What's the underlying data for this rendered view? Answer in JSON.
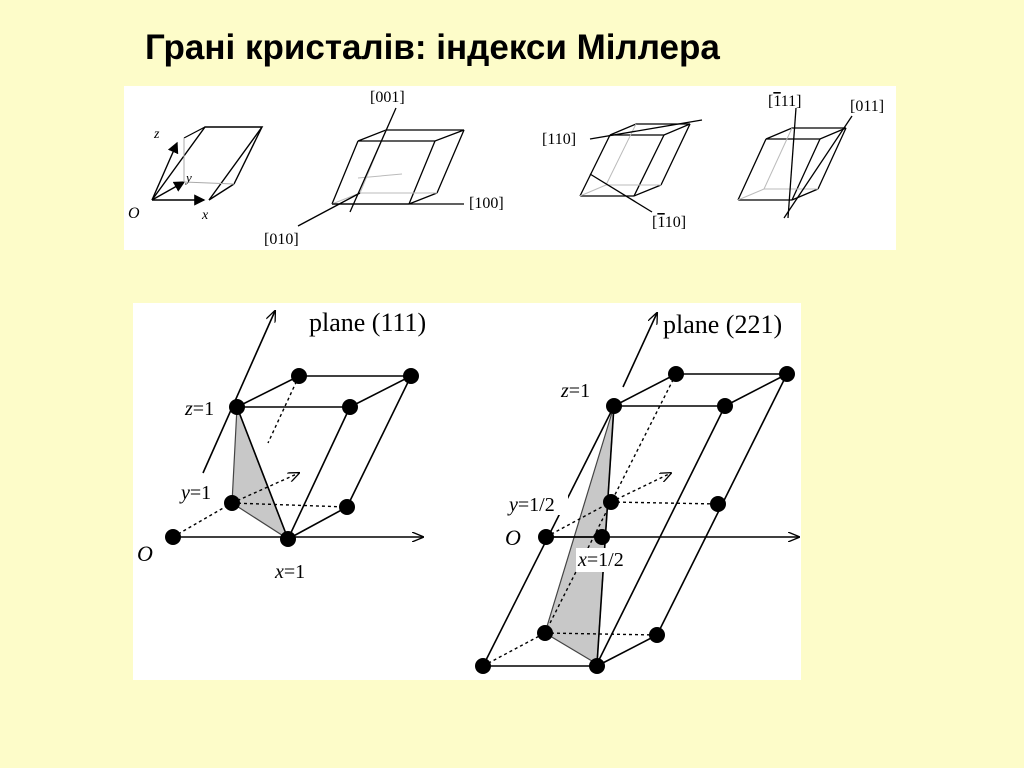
{
  "slide": {
    "title": "Грані кристалів: індекси Міллера"
  },
  "top_figure": {
    "axes_labels": {
      "origin": "O",
      "x": "x",
      "y": "y",
      "z": "z"
    },
    "direction_labels": {
      "d001": "[001]",
      "d100": "[100]",
      "d010": "[010]",
      "d110": "[110]",
      "d1bar10_lead": "[",
      "d1bar10_bar": "1",
      "d1bar10_rest": "10]",
      "d1bar11_lead": "[",
      "d1bar11_bar": "1",
      "d1bar11_rest": "11]",
      "d011": "[011]"
    }
  },
  "bottom_figure": {
    "left": {
      "plane_label": "plane (111)",
      "origin": "O",
      "z_var": "z",
      "z_val": "=1",
      "y_var": "y",
      "y_val": "=1",
      "x_var": "x",
      "x_val": "=1"
    },
    "right": {
      "plane_label": "plane (221)",
      "origin": "O",
      "z_var": "z",
      "z_val": "=1",
      "y_var": "y",
      "y_val": "=1/2",
      "x_var": "x",
      "x_val": "=1/2"
    }
  },
  "colors": {
    "background": "#fdfcc9",
    "panel": "#ffffff",
    "plane_fill": "#c8c8c8"
  }
}
